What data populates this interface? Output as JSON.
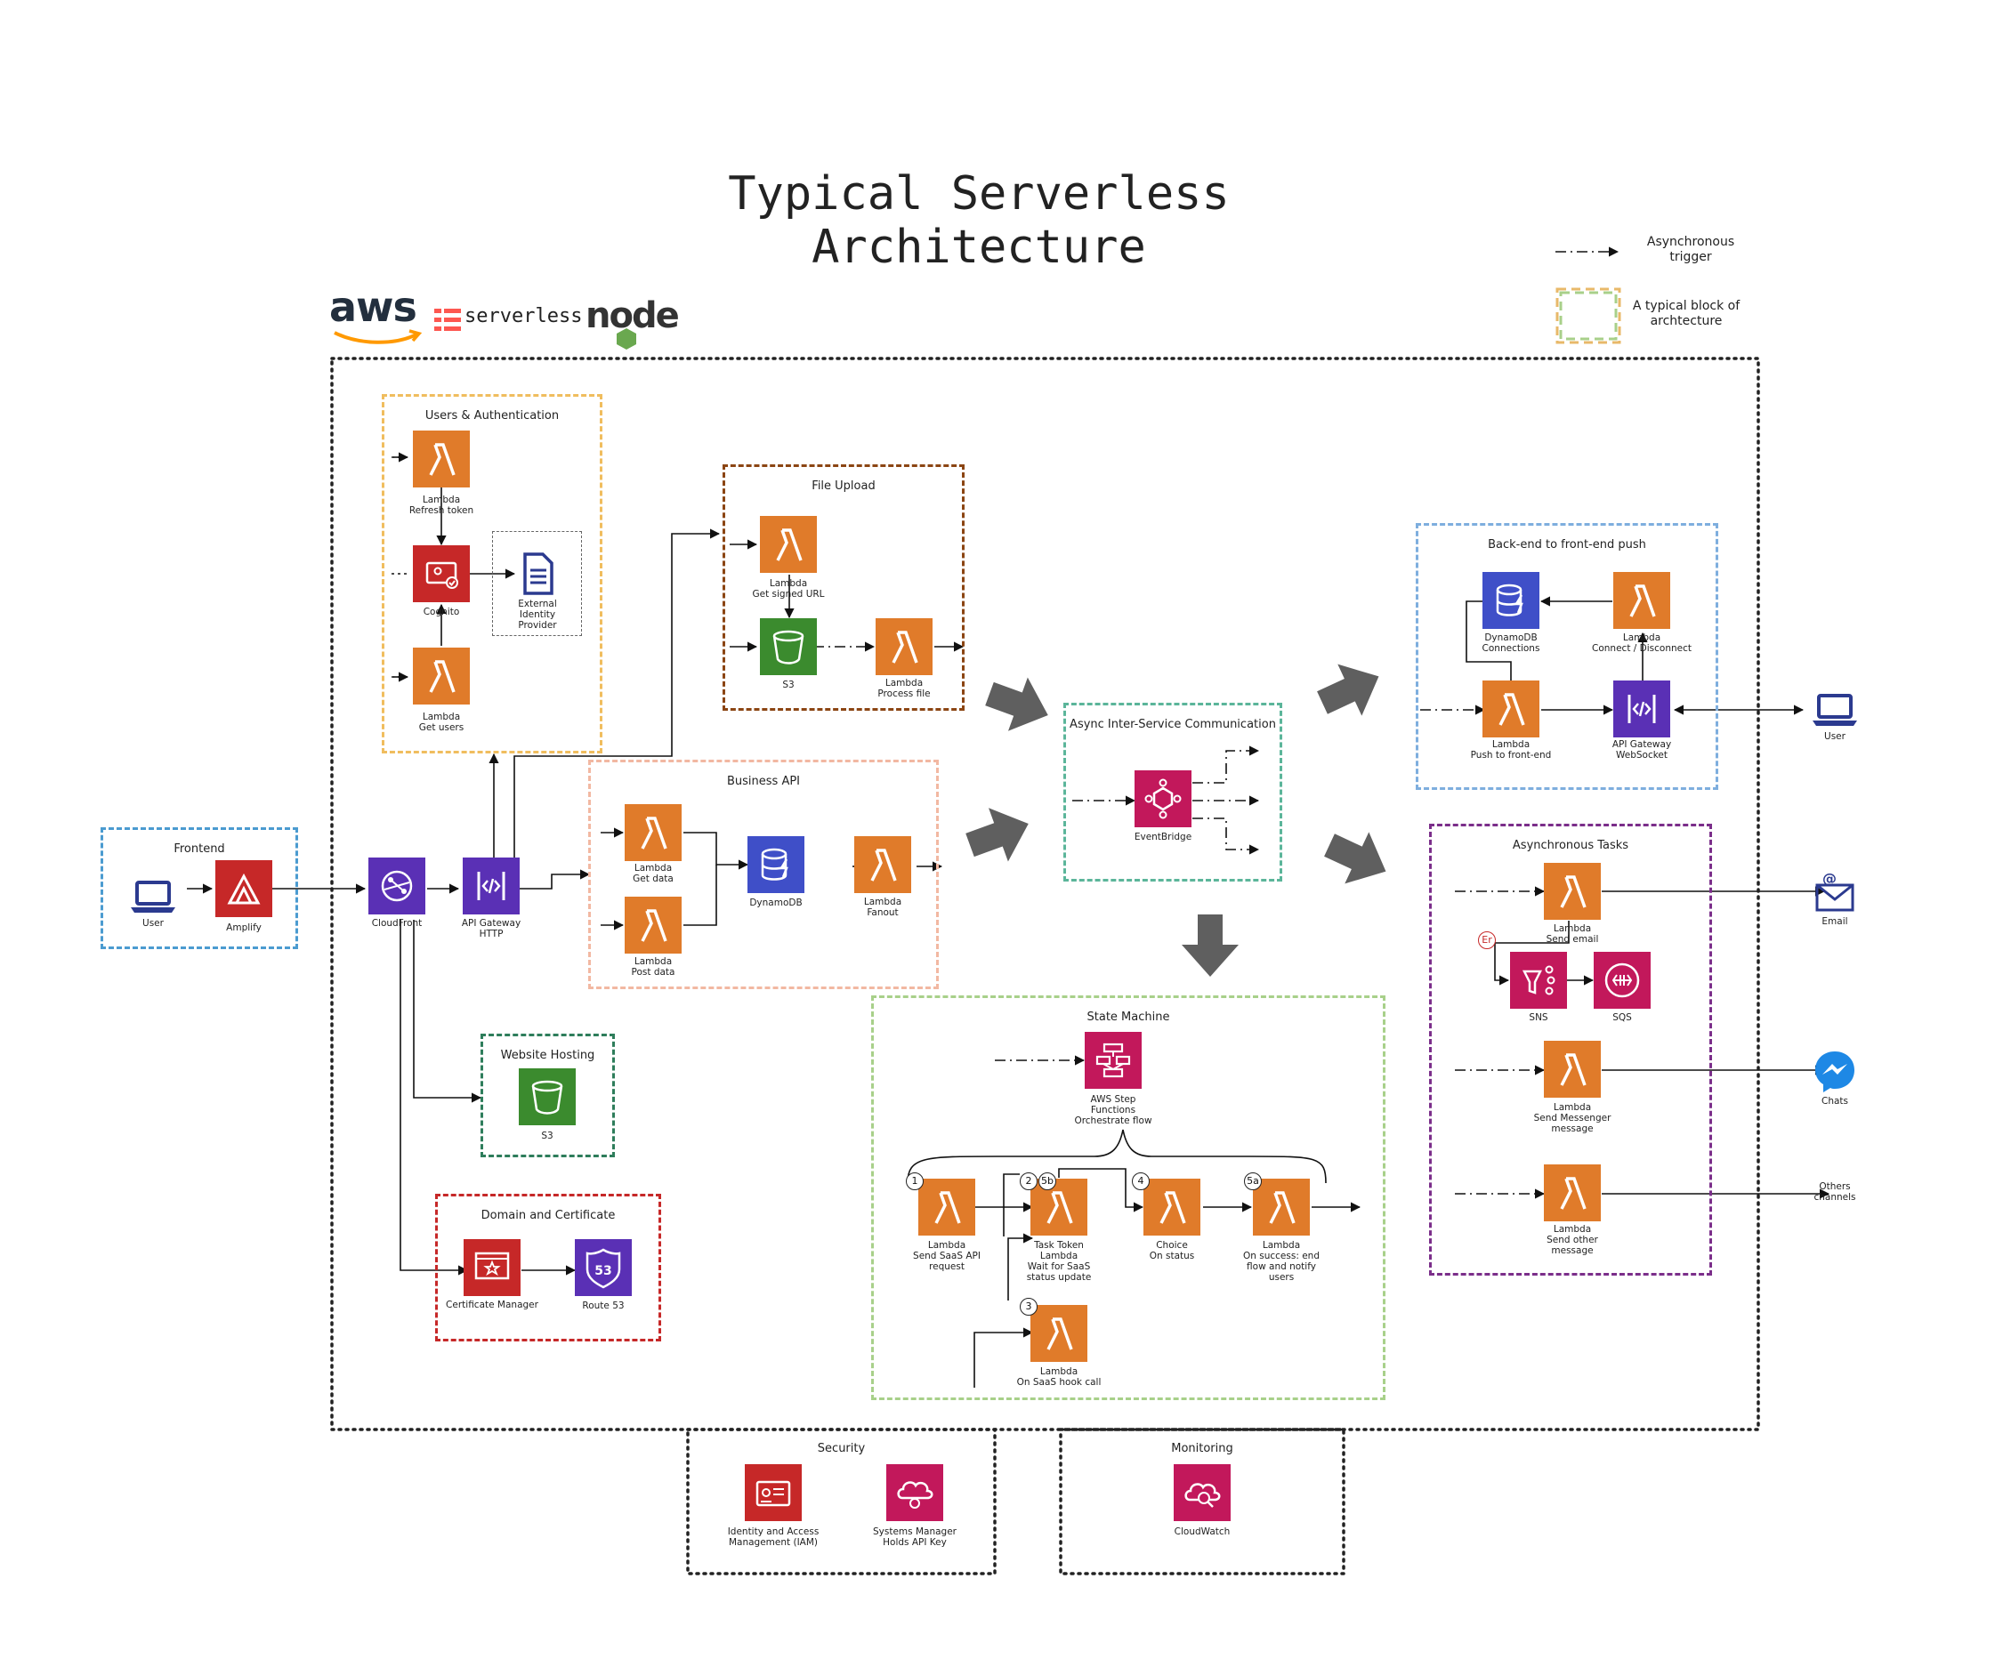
{
  "title": "Typical Serverless Architecture",
  "title_line1": "Typical Serverless",
  "title_line2": "Architecture",
  "logos": {
    "aws": "aws",
    "serverless": "serverless",
    "node": "node"
  },
  "legend": {
    "async_trigger": "Asynchronous trigger",
    "typical_block": "A typical block of archtecture"
  },
  "colors": {
    "lambda": "#d35400",
    "compute_orange": "#e07b2a",
    "cognito_red": "#c62828",
    "storage_green": "#3b8b2e",
    "network_purple": "#5a30b5",
    "db_blue": "#3f4fc8",
    "integration_pink": "#c2185b",
    "frontend_blue": "#2f80c0"
  },
  "groups": {
    "frontend": "Frontend",
    "users_auth": "Users & Authentication",
    "file_upload": "File Upload",
    "business_api": "Business API",
    "async_comm": "Async Inter-Service Communication",
    "website_hosting": "Website Hosting",
    "domain_cert": "Domain and Certificate",
    "state_machine": "State Machine",
    "backend_push": "Back-end to front-end push",
    "async_tasks": "Asynchronous Tasks",
    "security": "Security",
    "monitoring": "Monitoring"
  },
  "nodes": {
    "user_left": {
      "l1": "User",
      "l2": ""
    },
    "amplify": {
      "l1": "Amplify",
      "l2": ""
    },
    "cloudfront": {
      "l1": "CloudFront",
      "l2": ""
    },
    "apigw_http": {
      "l1": "API Gateway",
      "l2": "HTTP"
    },
    "lambda_refresh": {
      "l1": "Lambda",
      "l2": "Refresh token"
    },
    "cognito": {
      "l1": "Cognito",
      "l2": ""
    },
    "ext_idp": {
      "l1": "External Identity Provider",
      "l2": ""
    },
    "lambda_getusers": {
      "l1": "Lambda",
      "l2": "Get users"
    },
    "lambda_signedurl": {
      "l1": "Lambda",
      "l2": "Get signed URL"
    },
    "s3_upload": {
      "l1": "S3",
      "l2": ""
    },
    "lambda_processfile": {
      "l1": "Lambda",
      "l2": "Process file"
    },
    "lambda_getdata": {
      "l1": "Lambda",
      "l2": "Get data"
    },
    "lambda_postdata": {
      "l1": "Lambda",
      "l2": "Post data"
    },
    "dynamodb": {
      "l1": "DynamoDB",
      "l2": ""
    },
    "lambda_fanout": {
      "l1": "Lambda",
      "l2": "Fanout"
    },
    "eventbridge": {
      "l1": "EventBridge",
      "l2": ""
    },
    "s3_site": {
      "l1": "S3",
      "l2": ""
    },
    "cert_manager": {
      "l1": "Certificate Manager",
      "l2": ""
    },
    "route53": {
      "l1": "Route 53",
      "l2": ""
    },
    "step_functions": {
      "l1": "AWS Step Functions",
      "l2": "Orchestrate flow"
    },
    "lambda_saas_req": {
      "l1": "Lambda",
      "l2": "Send SaaS API request"
    },
    "lambda_tasktoken": {
      "l1": "Task Token Lambda",
      "l2": "Wait for SaaS status update"
    },
    "choice": {
      "l1": "Choice",
      "l2": "On status"
    },
    "lambda_success": {
      "l1": "Lambda",
      "l2": "On success: end flow and notify users"
    },
    "lambda_hook": {
      "l1": "Lambda",
      "l2": "On SaaS hook call"
    },
    "dynamodb_conn": {
      "l1": "DynamoDB",
      "l2": "Connections"
    },
    "lambda_connect": {
      "l1": "Lambda",
      "l2": "Connect / Disconnect"
    },
    "lambda_push": {
      "l1": "Lambda",
      "l2": "Push to front-end"
    },
    "apigw_ws": {
      "l1": "API Gateway",
      "l2": "WebSocket"
    },
    "user_right": {
      "l1": "User",
      "l2": ""
    },
    "lambda_email": {
      "l1": "Lambda",
      "l2": "Send email"
    },
    "sns": {
      "l1": "SNS",
      "l2": ""
    },
    "sqs": {
      "l1": "SQS",
      "l2": ""
    },
    "lambda_messenger": {
      "l1": "Lambda",
      "l2": "Send Messenger message"
    },
    "lambda_other": {
      "l1": "Lambda",
      "l2": "Send other message"
    },
    "email": {
      "l1": "Email",
      "l2": ""
    },
    "chats": {
      "l1": "Chats",
      "l2": ""
    },
    "others_channels": {
      "l1": "Others channels",
      "l2": ""
    },
    "iam": {
      "l1": "Identity and Access Management (IAM)",
      "l2": ""
    },
    "ssm": {
      "l1": "Systems Manager",
      "l2": "Holds API Key"
    },
    "cloudwatch": {
      "l1": "CloudWatch",
      "l2": ""
    }
  },
  "steps": {
    "s1": "1",
    "s2": "2",
    "s5b": "5b",
    "s3": "3",
    "s4": "4",
    "s5a": "5a",
    "err": "Er"
  }
}
